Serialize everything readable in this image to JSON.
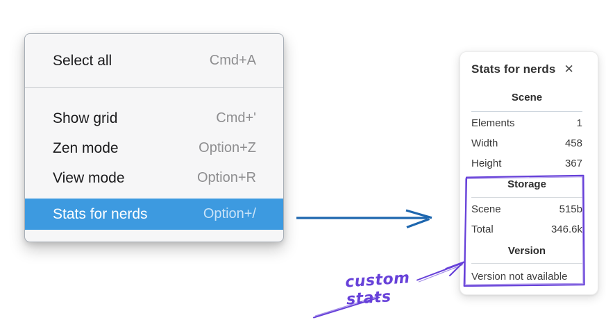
{
  "context_menu": {
    "sections": [
      {
        "items": [
          {
            "label": "Select all",
            "shortcut": "Cmd+A"
          }
        ]
      },
      {
        "items": [
          {
            "label": "Show grid",
            "shortcut": "Cmd+'"
          },
          {
            "label": "Zen mode",
            "shortcut": "Option+Z"
          },
          {
            "label": "View mode",
            "shortcut": "Option+R"
          },
          {
            "label": "Stats for nerds",
            "shortcut": "Option+/",
            "highlighted": true
          }
        ]
      }
    ],
    "colors": {
      "highlight": "#3d9ae0",
      "background": "#f6f6f7",
      "label": "#1b1b1d",
      "shortcut": "#8e8e90",
      "highlight_label": "#ffffff",
      "highlight_shortcut": "#c9e3f8"
    }
  },
  "stats_panel": {
    "title": "Stats for nerds",
    "close_glyph": "✕",
    "scene_section": {
      "heading": "Scene",
      "rows": [
        {
          "label": "Elements",
          "value": "1"
        },
        {
          "label": "Width",
          "value": "458"
        },
        {
          "label": "Height",
          "value": "367"
        }
      ]
    },
    "storage_section": {
      "heading": "Storage",
      "rows": [
        {
          "label": "Scene",
          "value": "515b"
        },
        {
          "label": "Total",
          "value": "346.6k"
        }
      ]
    },
    "version_section": {
      "heading": "Version",
      "note": "Version not available"
    }
  },
  "annotations": {
    "custom_stats_label": "custom stats",
    "violet_color": "#6741d9",
    "blue_arrow_color": "#1d66ae"
  }
}
